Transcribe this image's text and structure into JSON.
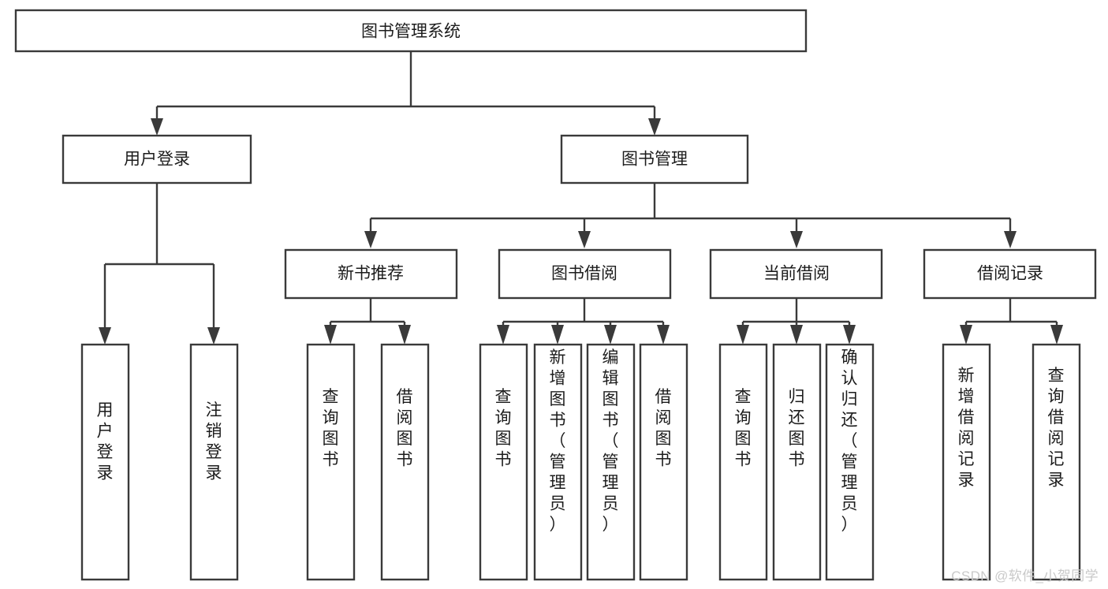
{
  "diagram": {
    "title": "图书管理系统",
    "type": "tree-hierarchy-diagram",
    "colors": {
      "stroke": "#3a3a3a",
      "fill": "#ffffff",
      "text": "#1c1c1c",
      "watermark": "#c9c9c9"
    },
    "root": {
      "label": "图书管理系统"
    },
    "level1": [
      {
        "label": "用户登录"
      },
      {
        "label": "图书管理"
      }
    ],
    "level2": [
      {
        "label": "新书推荐"
      },
      {
        "label": "图书借阅"
      },
      {
        "label": "当前借阅"
      },
      {
        "label": "借阅记录"
      }
    ],
    "leaves": {
      "user_login": [
        {
          "label": "用户登录"
        },
        {
          "label": "注销登录"
        }
      ],
      "new_book_recommend": [
        {
          "label": "查询图书"
        },
        {
          "label": "借阅图书"
        }
      ],
      "book_borrow": [
        {
          "label": "查询图书"
        },
        {
          "label": "新增图书（管理员）"
        },
        {
          "label": "编辑图书（管理员）"
        },
        {
          "label": "借阅图书"
        }
      ],
      "current_borrow": [
        {
          "label": "查询图书"
        },
        {
          "label": "归还图书"
        },
        {
          "label": "确认归还（管理员）"
        }
      ],
      "borrow_record": [
        {
          "label": "新增借阅记录"
        },
        {
          "label": "查询借阅记录"
        }
      ]
    }
  },
  "watermark": {
    "text": "CSDN @软件_小贺同学"
  }
}
